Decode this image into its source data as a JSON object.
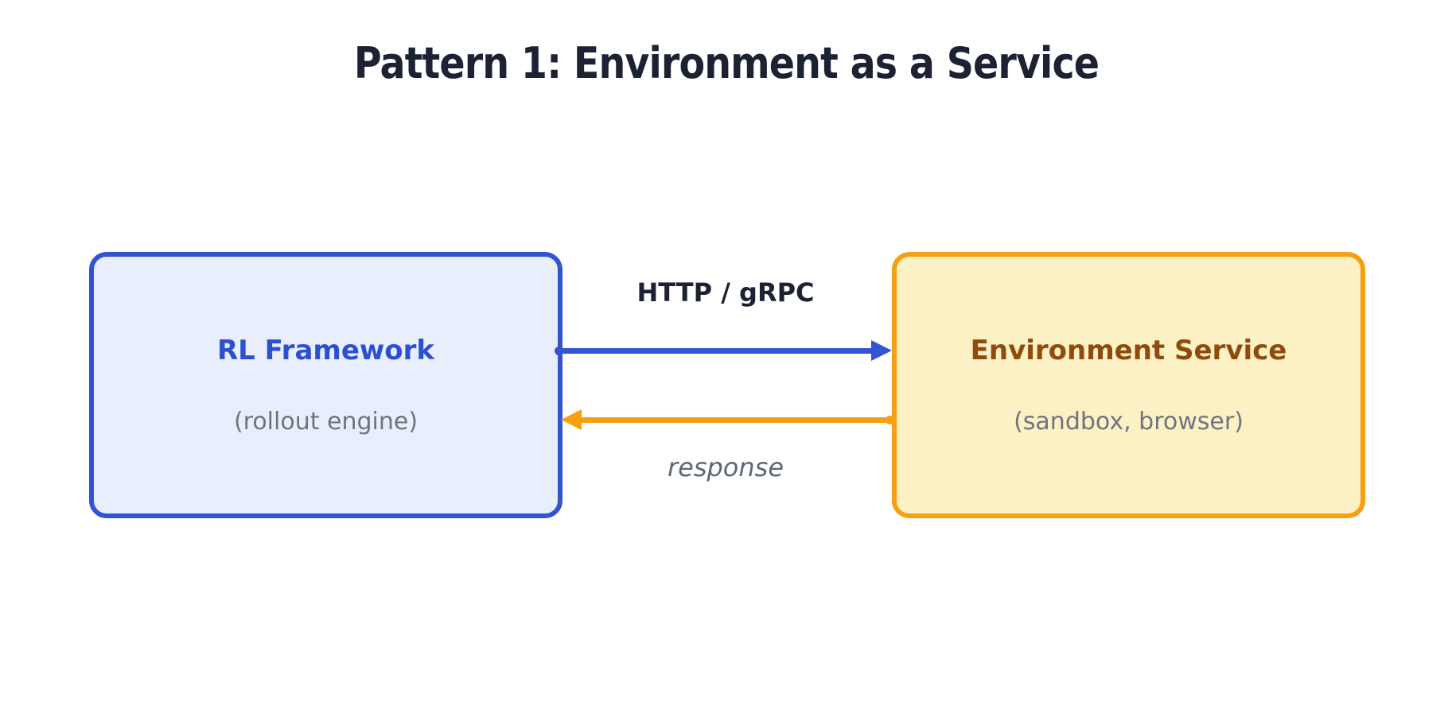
{
  "title": "Pattern 1: Environment as a Service",
  "nodes": [
    {
      "id": "rl-framework",
      "label": "RL Framework",
      "sublabel": "(rollout engine)",
      "fill": "#E8EEFB",
      "border": "#3354D1",
      "label_color": "#2C50D2"
    },
    {
      "id": "environment-service",
      "label": "Environment Service",
      "sublabel": "(sandbox, browser)",
      "fill": "#FCF0C5",
      "border": "#F5A00F",
      "label_color": "#8F4A0E"
    }
  ],
  "edges": [
    {
      "id": "request",
      "label": "HTTP / gRPC",
      "from": "rl-framework",
      "to": "environment-service",
      "direction": "right",
      "color": "#3354D1",
      "label_style": "bold"
    },
    {
      "id": "response",
      "label": "response",
      "from": "environment-service",
      "to": "rl-framework",
      "direction": "left",
      "color": "#F5A00F",
      "label_style": "italic"
    }
  ],
  "colors": {
    "background": "#FFFFFF",
    "title_text": "#1C2133",
    "subtitle_text": "#6F7480",
    "request_label_text": "#1C2133",
    "response_label_text": "#5E6575"
  }
}
